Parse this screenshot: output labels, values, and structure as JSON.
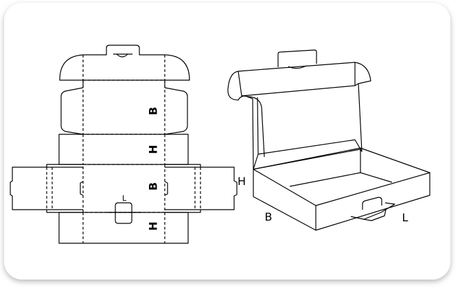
{
  "template": {
    "labels": {
      "b_upper": "B",
      "h_upper": "H",
      "b_lower": "B",
      "h_lower": "H",
      "lock": "L"
    }
  },
  "box": {
    "labels": {
      "height": "H",
      "width": "B",
      "length": "L"
    }
  },
  "colors": {
    "line": "#000000",
    "background": "#ffffff",
    "card": "#ffffff",
    "shadow": "#bdbdbd"
  }
}
